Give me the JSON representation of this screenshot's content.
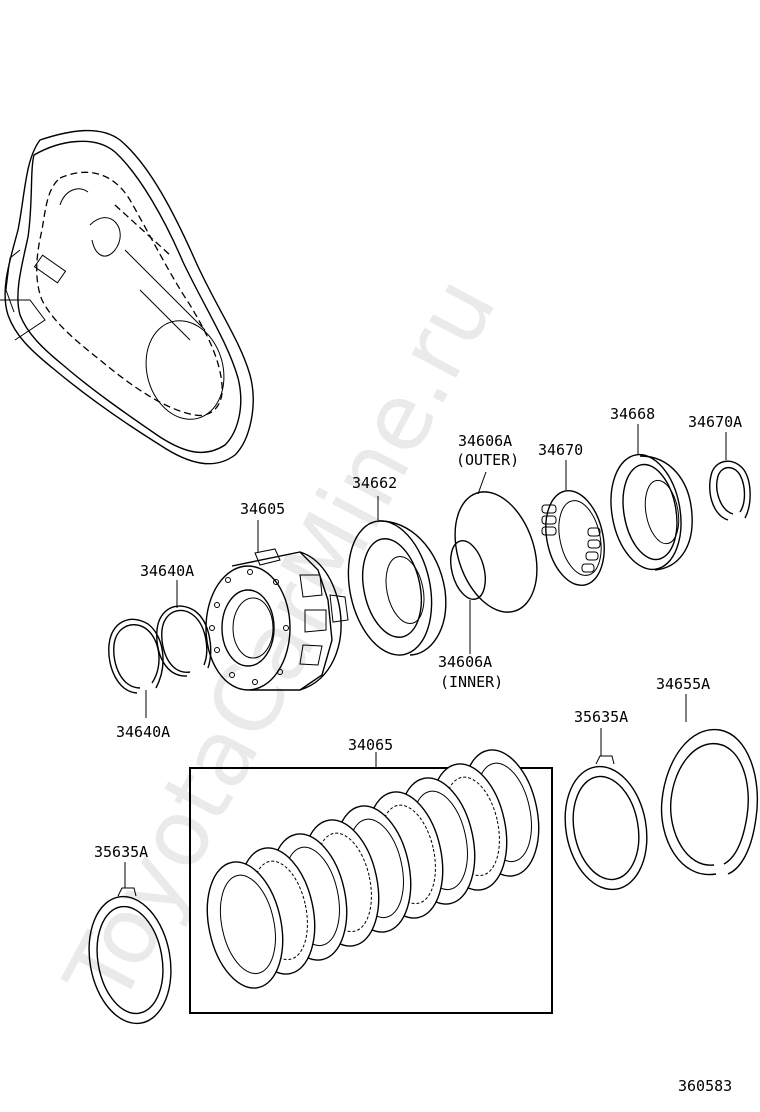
{
  "watermark": "ToyotaCarMine.ru",
  "diagram_id": "360583",
  "parts": [
    {
      "id": "34605",
      "label": "34605"
    },
    {
      "id": "34662",
      "label": "34662"
    },
    {
      "id": "34606A_outer",
      "label": "34606A",
      "sub": "(OUTER)"
    },
    {
      "id": "34606A_inner",
      "label": "34606A",
      "sub": "(INNER)"
    },
    {
      "id": "34670",
      "label": "34670"
    },
    {
      "id": "34668",
      "label": "34668"
    },
    {
      "id": "34670A",
      "label": "34670A"
    },
    {
      "id": "34640A_top",
      "label": "34640A"
    },
    {
      "id": "34640A_bottom",
      "label": "34640A"
    },
    {
      "id": "34065",
      "label": "34065"
    },
    {
      "id": "35635A_right",
      "label": "35635A"
    },
    {
      "id": "34655A",
      "label": "34655A"
    },
    {
      "id": "35635A_left",
      "label": "35635A"
    }
  ]
}
